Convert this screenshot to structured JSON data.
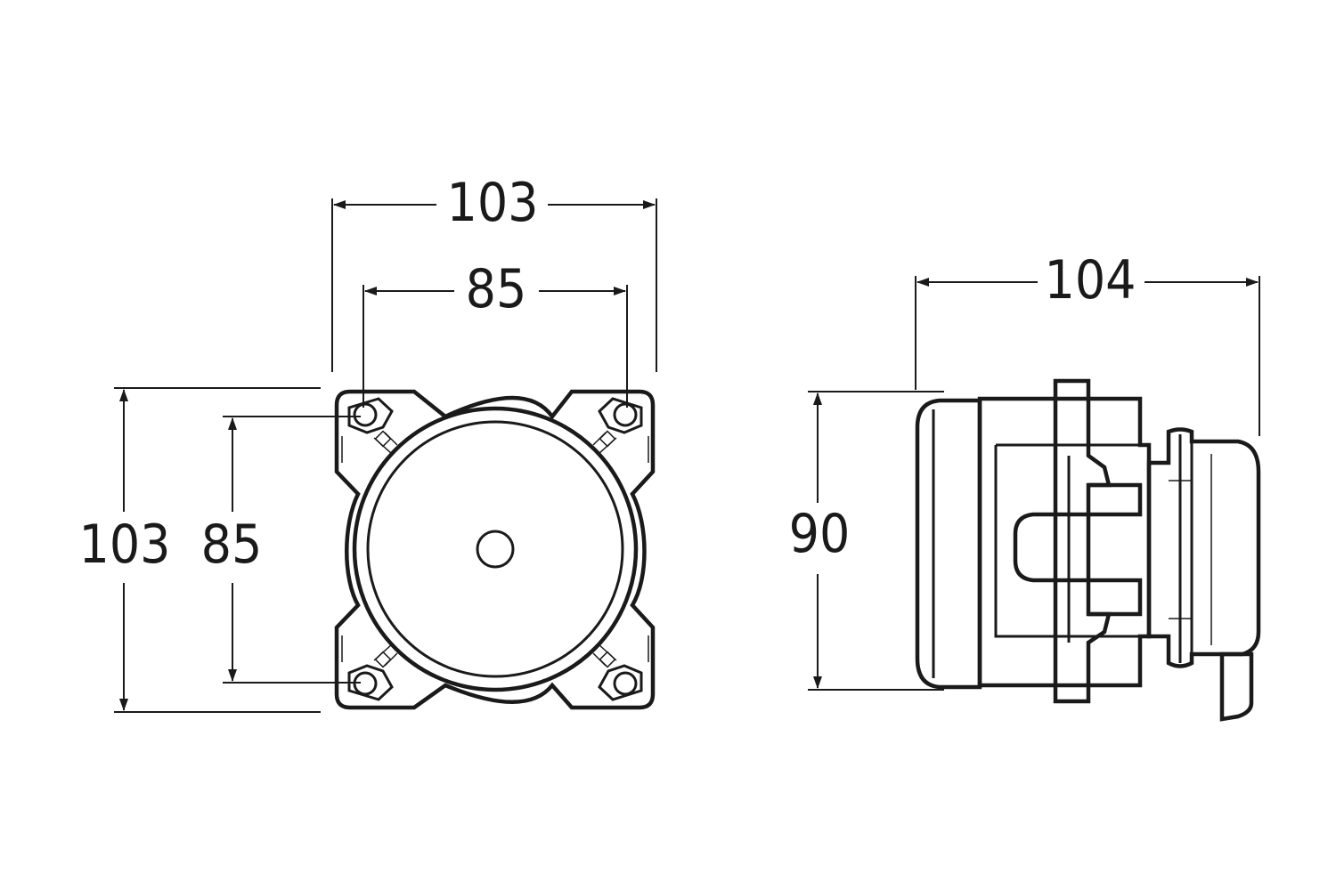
{
  "dimensions": {
    "front_width_outer": "103",
    "front_width_inner": "85",
    "front_height_outer": "103",
    "front_height_inner": "85",
    "side_depth": "104",
    "side_height": "90"
  }
}
